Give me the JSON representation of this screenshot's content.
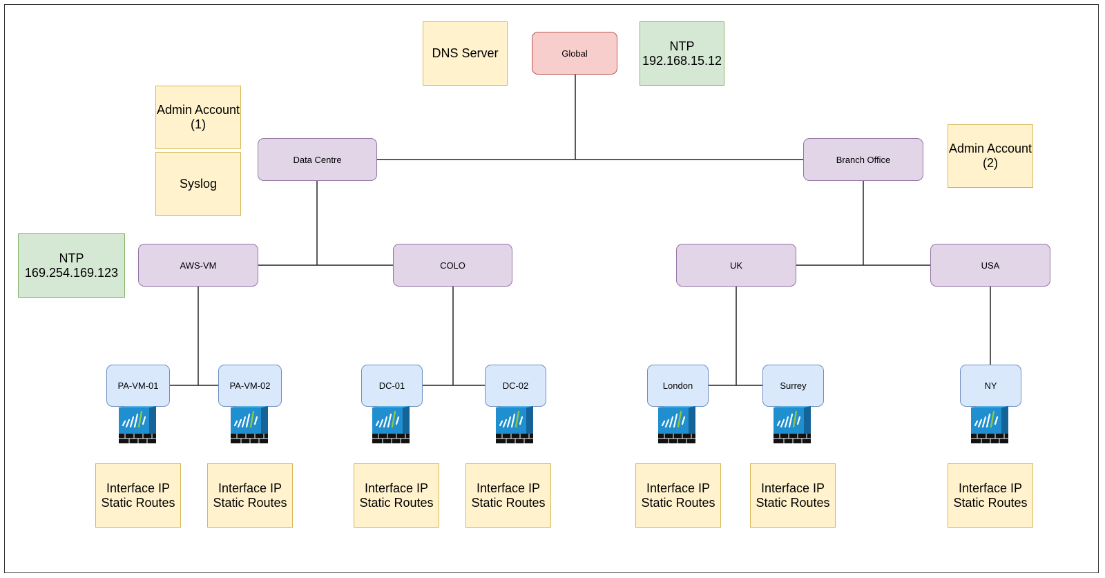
{
  "notes": {
    "dns": "DNS Server",
    "ntp_global": "NTP\n192.168.15.12",
    "admin1": "Admin Account\n(1)",
    "syslog": "Syslog",
    "admin2": "Admin Account\n(2)",
    "ntp_dc": "NTP\n169.254.169.123",
    "device_config": "Interface IP\nStatic Routes"
  },
  "nodes": {
    "global": "Global",
    "data_centre": "Data Centre",
    "branch_office": "Branch Office",
    "aws_vm": "AWS-VM",
    "colo": "COLO",
    "uk": "UK",
    "usa": "USA"
  },
  "devices": {
    "pa_vm_01": "PA-VM-01",
    "pa_vm_02": "PA-VM-02",
    "dc_01": "DC-01",
    "dc_02": "DC-02",
    "london": "London",
    "surrey": "Surrey",
    "ny": "NY"
  },
  "colors": {
    "note_fill": "#fff2cc",
    "note_border": "#d6b656",
    "ntp_fill": "#d5e8d4",
    "ntp_border": "#82b366",
    "node_fill": "#e1d5e7",
    "node_border": "#9673a6",
    "global_fill": "#f8cecc",
    "global_border": "#b85450",
    "device_fill": "#dae8fc",
    "device_border": "#6c8ebf",
    "firewall_blue": "#1f8fd0",
    "firewall_accent": "#8fc63f"
  },
  "icons": {
    "firewall": "palo-alto-firewall-icon"
  }
}
